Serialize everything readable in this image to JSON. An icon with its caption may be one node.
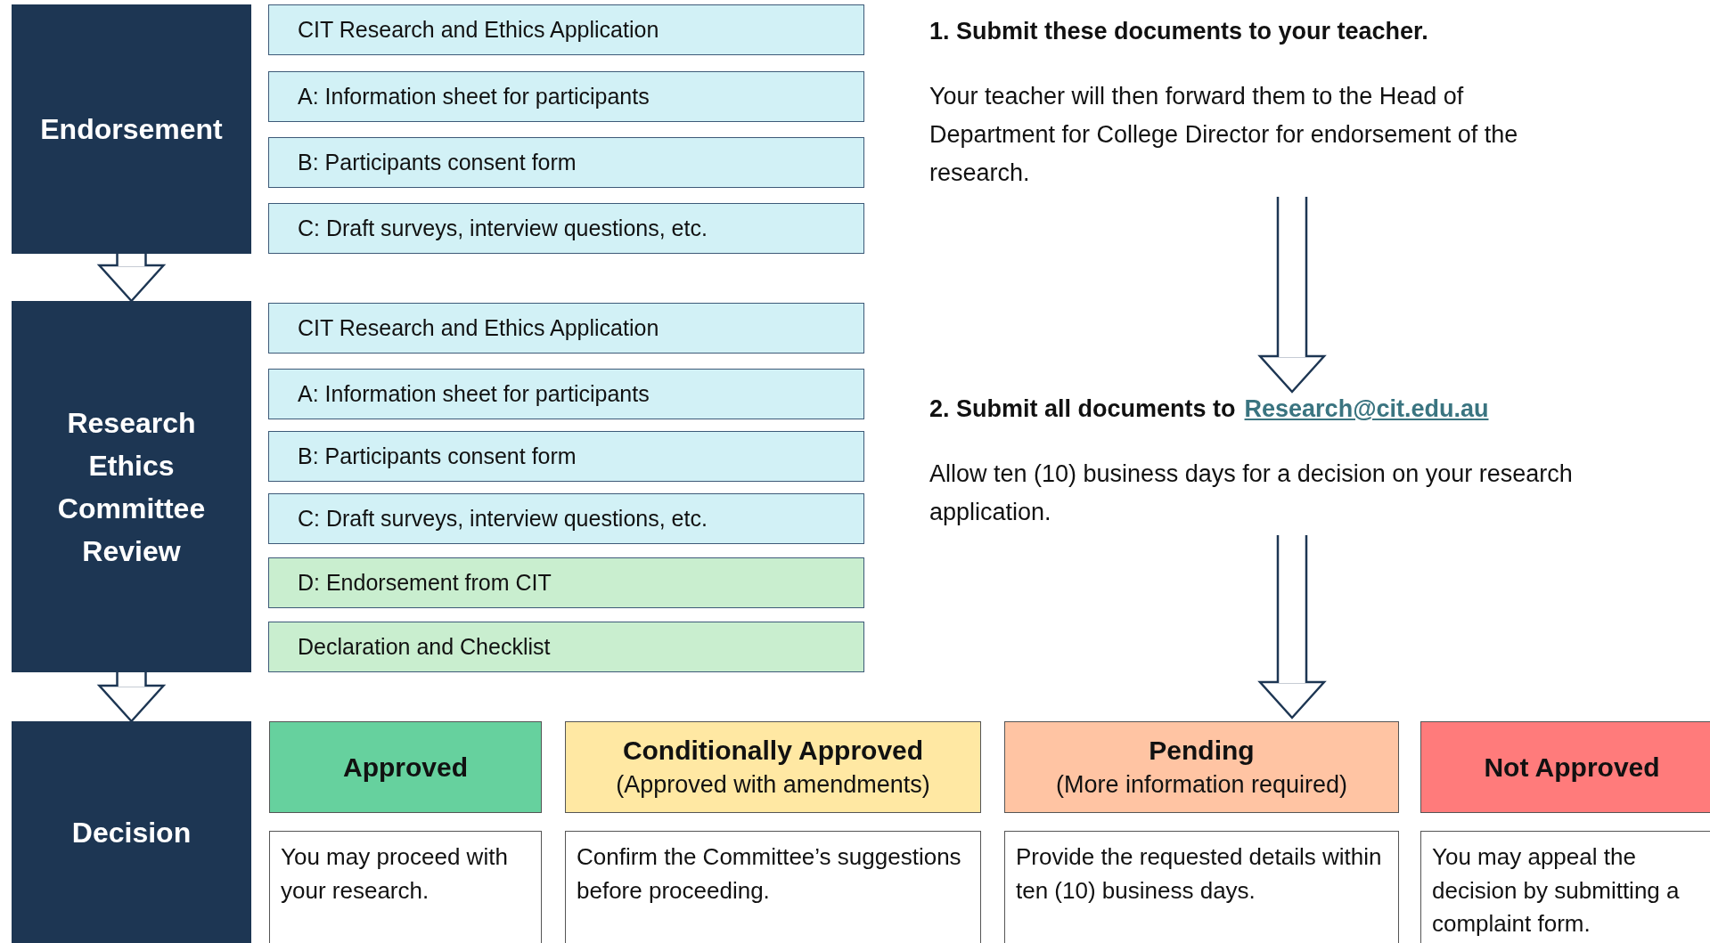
{
  "diagram": {
    "nodes": [
      {
        "text": [
          "Endorsement"
        ]
      },
      {
        "text": [
          "CIT Research and Ethics Application"
        ]
      },
      {
        "text": [
          "A: Information sheet for participants"
        ]
      },
      {
        "text": [
          "B: Participants consent form"
        ]
      },
      {
        "text": [
          "C: Draft surveys, interview questions, etc."
        ]
      },
      {
        "text": [
          "1. Submit these documents to your teacher.",
          "Your teacher will then forward them to the Head of Department for College Director for endorsement of the research."
        ]
      },
      {
        "text": [
          "Research Ethics Committee Review"
        ]
      },
      {
        "text": [
          "CIT Research and Ethics Application"
        ]
      },
      {
        "text": [
          "A: Information sheet for participants"
        ]
      },
      {
        "text": [
          "B: Participants consent form"
        ]
      },
      {
        "text": [
          "C: Draft surveys, interview questions, etc."
        ]
      },
      {
        "text": [
          "D: Endorsement from CIT"
        ]
      },
      {
        "text": [
          "Declaration and Checklist"
        ]
      },
      {
        "text": [
          "2. Submit all documents to",
          "Research@cit.edu.au",
          "Allow ten (10) business days for a decision on your research application."
        ]
      },
      {
        "text": [
          "Decision"
        ]
      },
      {
        "text": [
          "Approved"
        ]
      },
      {
        "text": [
          "You may proceed with your research."
        ]
      },
      {
        "text": [
          "Conditionally Approved",
          "(Approved with amendments)"
        ]
      },
      {
        "text": [
          "Confirm the Committee’s suggestions before proceeding."
        ]
      },
      {
        "text": [
          "Pending",
          "(More information required)"
        ]
      },
      {
        "text": [
          "Provide the requested details within ten (10) business days."
        ]
      },
      {
        "text": [
          "Not Approved"
        ]
      },
      {
        "text": [
          "You may appeal the decision by submitting a complaint form."
        ]
      }
    ],
    "edges": [
      {
        "from": 0,
        "to": 6,
        "arrow": "to"
      },
      {
        "from": 6,
        "to": 14,
        "arrow": "to"
      },
      {
        "from": 5,
        "to": 13,
        "arrow": "to"
      },
      {
        "from": 13,
        "to": 19,
        "arrow": "to"
      }
    ]
  }
}
